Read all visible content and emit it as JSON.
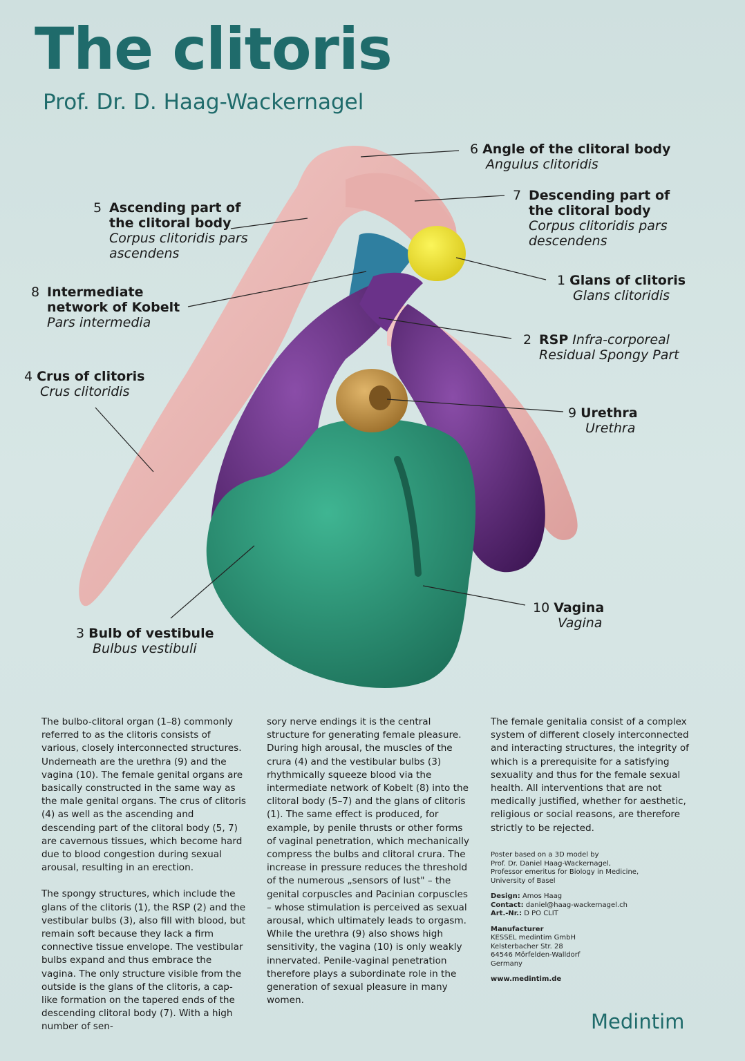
{
  "header": {
    "title": "The clitoris",
    "author": "Prof. Dr. D. Haag-Wackernagel"
  },
  "colors": {
    "accent": "#1f6b6b",
    "crura_pink": "#e9b3b0",
    "glans_yellow": "#f2e830",
    "bulb_purple": "#5d2a7a",
    "network_blue": "#2f7fa0",
    "urethra_tan": "#c99a4a",
    "vagina_green": "#2d9a7a"
  },
  "labels": [
    {
      "num": "6",
      "en": "Angle of the clitoral body",
      "la": "Angulus clitoridis"
    },
    {
      "num": "7",
      "en": "Descending part of the clitoral body",
      "la": "Corpus clitoridis pars descendens"
    },
    {
      "num": "5",
      "en": "Ascending part of the clitoral body",
      "la": "Corpus clitoridis pars ascendens"
    },
    {
      "num": "1",
      "en": "Glans of clitoris",
      "la": "Glans clitoridis"
    },
    {
      "num": "8",
      "en": "Intermediate network of Kobelt",
      "la": "Pars intermedia"
    },
    {
      "num": "2",
      "en": "RSP",
      "la": "Infra-corporeal Residual Spongy Part"
    },
    {
      "num": "4",
      "en": "Crus of clitoris",
      "la": "Crus clitoridis"
    },
    {
      "num": "9",
      "en": "Urethra",
      "la": "Urethra"
    },
    {
      "num": "10",
      "en": "Vagina",
      "la": "Vagina"
    },
    {
      "num": "3",
      "en": "Bulb of vestibule",
      "la": "Bulbus vestibuli"
    }
  ],
  "text": {
    "col1_p1": "The bulbo-clitoral organ (1–8) commonly referred to as the clitoris consists of various, closely interconnected structures. Underneath are the urethra (9) and the vagina (10). The female genital organs are basically constructed in the same way as the male genital organs. The crus of clitoris (4) as well as the ascending and descending part of the clitoral body (5, 7) are cavernous tissues, which become hard due to blood congestion during sexual arousal, resulting in an erection.",
    "col1_p2": "The spongy structures, which include the glans of the clitoris (1), the RSP (2) and the vestibular bulbs (3), also fill with blood, but remain soft because they lack a firm connective tissue envelope. The vestibular bulbs expand and thus embrace the vagina. The only structure visible from the outside is the glans of the clitoris, a cap-like formation on the tapered ends of the descending clitoral body (7). With a high number of sen-",
    "col2_p1": "sory nerve endings it is the central structure for generating female pleasure. During high arousal, the muscles of the crura (4) and the vestibular bulbs (3) rhythmically squeeze blood via the intermediate network of Kobelt (8) into the clitoral body (5–7) and the glans of clitoris (1). The same effect is produced, for example, by penile thrusts or other forms of vaginal penetration, which mechanically compress the bulbs and clitoral crura. The increase in pressure reduces the threshold of the numerous „sensors of lust\" – the genital corpuscles and Pacinian corpuscles – whose stimulation is perceived as sexual arousal, which ultimately leads to orgasm. While the urethra (9) also shows high sensitivity, the vagina (10) is only weakly innervated. Penile-vaginal penetration therefore plays a subordinate role in the generation of sexual pleasure in many women.",
    "col3_p1": "The female genitalia consist of a complex system of different closely interconnected and interacting structures, the integrity of which is a prerequisite for a satisfying sexuality and thus for the female sexual health. All interventions that are not medically justified, whether for aesthetic, religious or social reasons, are therefore strictly to be rejected."
  },
  "credits": {
    "based_line1": "Poster based on a 3D model by",
    "based_line2": "Prof. Dr. Daniel Haag-Wackernagel,",
    "based_line3": "Professor emeritus for Biology in Medicine,",
    "based_line4": "University of Basel",
    "design_label": "Design:",
    "design_value": "Amos Haag",
    "contact_label": "Contact:",
    "contact_value": "daniel@haag-wackernagel.ch",
    "art_label": "Art.-Nr.:",
    "art_value": "D PO CLIT",
    "manufacturer_label": "Manufacturer",
    "manufacturer_line1": "KESSEL medintim GmbH",
    "manufacturer_line2": "Kelsterbacher Str. 28",
    "manufacturer_line3": "64546 Mörfelden-Walldorf",
    "manufacturer_line4": "Germany",
    "website": "www.medintim.de"
  },
  "brand": "Medintim"
}
